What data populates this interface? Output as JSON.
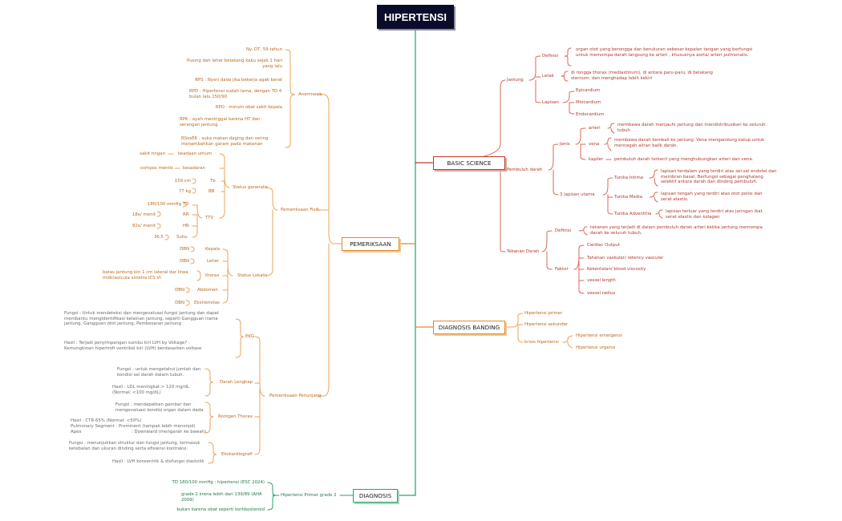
{
  "root": "HIPERTENSI",
  "basic": {
    "title": "BASIC SCIENCE",
    "jantung": "Jantung",
    "definisi": "Definisi",
    "definisi_text": "organ otot yang berongga dan berukuran sebesar kepalan tangan yang berfungsi untuk memompa darah langsung ke arteri , khususnya aorta/ arteri pulmonalis.",
    "letak": "Letak",
    "letak_text": "di rongga thorax (mediastinum), di antara paru-paru, di belakang sternum, dan menghadap lebih kekiri",
    "lapisan": "Lapisan",
    "epicardium": "Epicardium",
    "miocardium": "Miocardium",
    "endocardium": "Endocardium",
    "pembuluh": "Pembuluh darah",
    "jenis": "Jenis",
    "arteri": "arteri",
    "arteri_text": "membawa darah menjauhi jantung dan mendistribusikan ke seluruh tubuh",
    "vena": "vena",
    "vena_text": "membawa darah kembali ke jantung. Vena mengandung katup untuk mencegah aliran balik darah.",
    "kapiler": "kapiler",
    "kapiler_text": "pembuluh darah terkecil yang menghubungkan arteri dan vena.",
    "lapisan_utama": "3 lapisan utama",
    "intima": "Tunika Intima",
    "intima_text": "lapisan terdalam yang terdiri atas sel-sel endotel dan membran basal. Berfungsi sebagai penghalang selektif antara darah dan dinding pembuluh.",
    "media": "Tunika Media",
    "media_text": "lapisan tengah yang terdiri atas otot polos dan serat elastis.",
    "adventitia": "Tunika Adventitia",
    "adventitia_text": "lapisan terluar yang terdiri atas jaringan ikat serat elastis dan kolagen",
    "tekanan": "Tekanan Darah",
    "tekanan_def": "Definisi",
    "tekanan_def_text": "tekanan yang terjadi di dalam pembuluh darah arteri ketika jantung memompa darah ke seluruh tubuh.",
    "faktor": "Faktor",
    "f1": "Cardiac Output",
    "f2": "Tahanan vaskuler/ retency vasculer",
    "f3": "Kekentalan/ blood viscosity",
    "f4": "vessel length",
    "f5": "vessel radius"
  },
  "banding": {
    "title": "DIAGNOSIS BANDING",
    "primer": "Hipertensi primer",
    "sekunder": "Hipertensi sekunder",
    "krisis": "krisis hipertensi",
    "emergensi": "Hipertensi emergensi",
    "urgensi": "Hipertensi urgensi"
  },
  "diagnosis": {
    "title": "DIAGNOSIS",
    "node": "Hipertensi Primer grade 2",
    "r1": "TD 180/100 mmHg : hipertensi (ESC 2024)",
    "r2": "grade 2 krena lebih dari 139/89 (AHA 2009)",
    "r3": "bukan karena obat seperti kortikosteroid"
  },
  "pemeriksaan": {
    "title": "PEMERIKSAAN",
    "anamnesis": "Anamnesis",
    "a1": "Ny. DT, 59 tahun",
    "a2": "Pusing dan leher belakang kaku sejak 1 hari yang lalu",
    "a3": "RPS : Nyeri dada jika bekerja agak berat",
    "a4": "RPD : Hipertensi sudah lama, dengan TD 4 bulan lalu 150/90",
    "a5": "RPO : minum obat sakit kepala",
    "a6": "RPK : ayah meninggal karena HT dan serangan jantung",
    "a7": "RSosEK : suka makan daging dan sering menambahkan garam pada makanan",
    "fisik": "Pemeriksaan Fisik",
    "generalis": "Status generalis",
    "ku": "keadaan umum",
    "ku_v": "sakit ringan",
    "kes": "kesadaran",
    "kes_v": "compos mentis",
    "tb": "Tb",
    "tb_v": "159 cm",
    "bb": "BB",
    "bb_v": "77 kg",
    "ttv": "TTV",
    "td": "TD",
    "td_v": "180/100 mmHg",
    "rr": "RR",
    "rr_v": "18x/ menit",
    "hr": "HR",
    "hr_v": "92x/ menit",
    "suhu": "Suhu",
    "suhu_v": "36,5",
    "lokalis": "Status Lokalis",
    "kepala": "Kepala",
    "kepala_v": "DBN",
    "leher": "Leher",
    "leher_v": "DBN",
    "thorax": "thorax",
    "thorax_v": "batas jantung kiri 1 cm lateral dar linea midclavicula sinistra ICS VI",
    "abdomen": "Abdomen",
    "abdomen_v": "DBN",
    "ekstremitas": "Ekstremitas",
    "ekstremitas_v": "DBN",
    "penunjang": "Pemeriksaan Penunjang",
    "ekg": "EKG",
    "ekg_f": "Fungsi : Untuk mendeteksi dan mengevaluasi fungsi jantung dan dapat membantu mengidentifikasi kelainan jantung, seperti Gangguan irama jantung, Gangguan otot jantung, Pembesaran jantung",
    "ekg_h": "Hasil : Terjadi penyimpangan sumbu kiri LVH by Voltage? : Kemungkinan hipertrofi ventrikel kiri (LVH) berdasarkan voltase",
    "darah": "Darah Lengkap",
    "darah_f": "Fungsi : untuk mengetahui jumlah dan kondisi sel darah dalam tubuh.",
    "darah_h": "Hasil : LDL meningkat > 120 mg/dL (Normal: <100 mg/dL)",
    "rontgen": "Rontgen Thorax",
    "rontgen_f": "Fungsi : mendapatkan gambar dan mengevaluasi kondisi organ dalam dada.",
    "rontgen_h1": "Hasil : CTR 65% (Normal: <50%)",
    "rontgen_h2": "Pulmonary Segment : Prominent (tampak lebih menonjol)",
    "rontgen_h3a": "Apex",
    "rontgen_h3b": ": Downward (mengarah ke bawah)",
    "eko": "Ekokardiografi",
    "eko_f": "Fungsi : menunjukkan struktur dan fungsi jantung, termasuk ketebalan dan ukuran dinding serta efisiensi kontraksi.",
    "eko_h": "Hasil : LVH konsentrik & disfungsi diastolik"
  }
}
